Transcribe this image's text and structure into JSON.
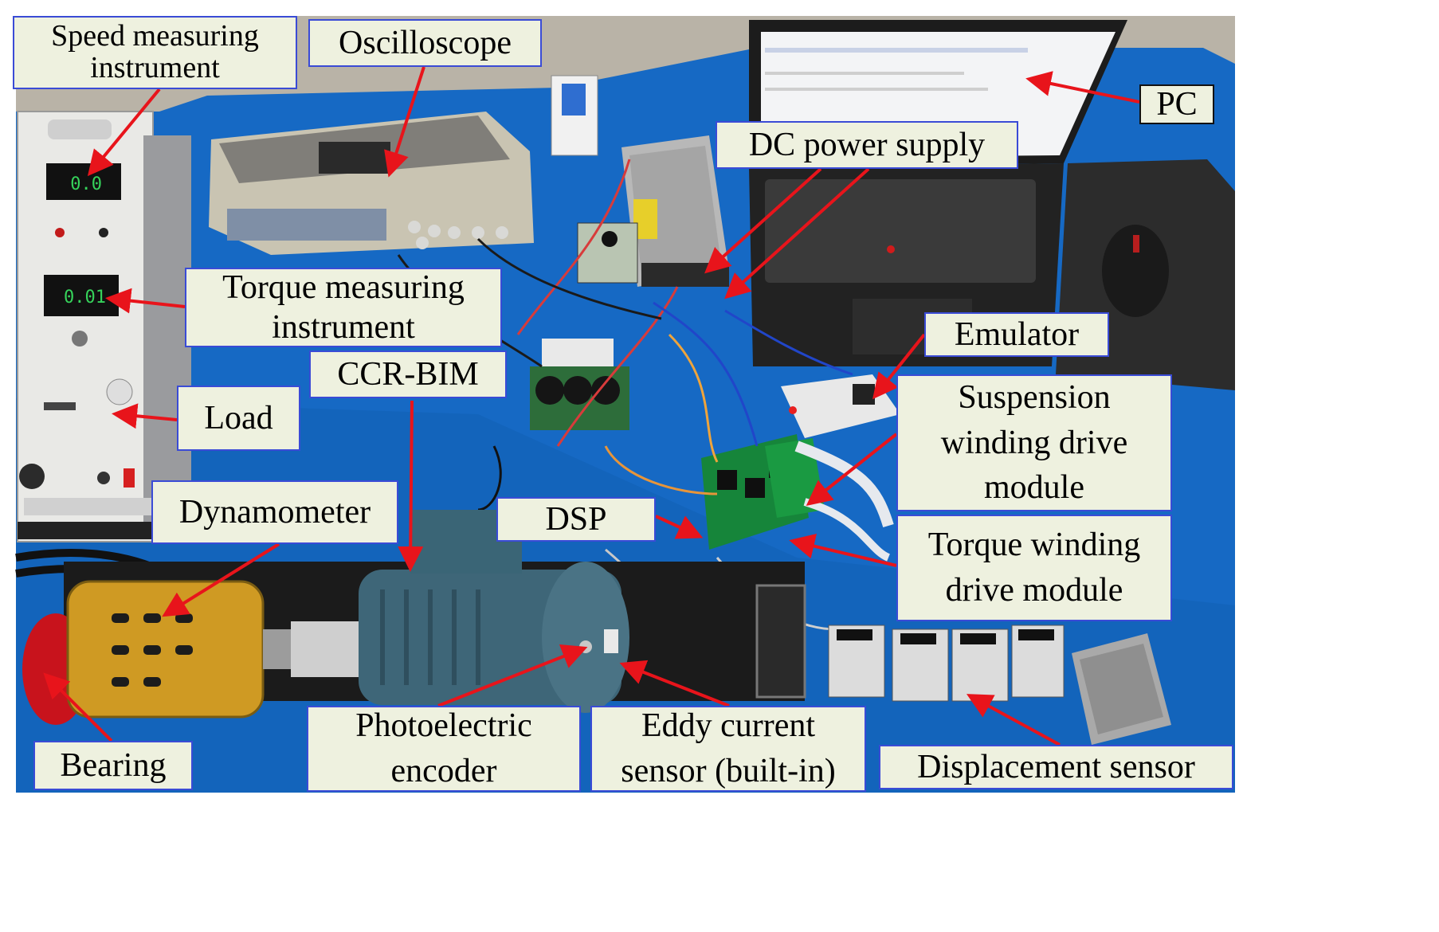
{
  "colors": {
    "label_fill": "#eef1df",
    "label_border": "#3a4bd6",
    "arrow": "#e8141b",
    "tablecloth": "#1565c0"
  },
  "labels": {
    "speed": "Speed measuring\ninstrument",
    "oscilloscope": "Oscilloscope",
    "pc": "PC",
    "dc_power": "DC power supply",
    "torque_meter": "Torque measuring\ninstrument",
    "emulator": "Emulator",
    "ccr_bim": "CCR-BIM",
    "suspension": "Suspension\nwinding drive\nmodule",
    "load": "Load",
    "dsp": "DSP",
    "dynamometer": "Dynamometer",
    "torque_drive": "Torque winding\ndrive module",
    "bearing": "Bearing",
    "photoelectric": "Photoelectric\nencoder",
    "eddy": "Eddy current\nsensor (built-in)",
    "displacement": "Displacement sensor"
  },
  "instrument_readouts": {
    "speed_display": "0.0",
    "torque_display": "0.01"
  }
}
